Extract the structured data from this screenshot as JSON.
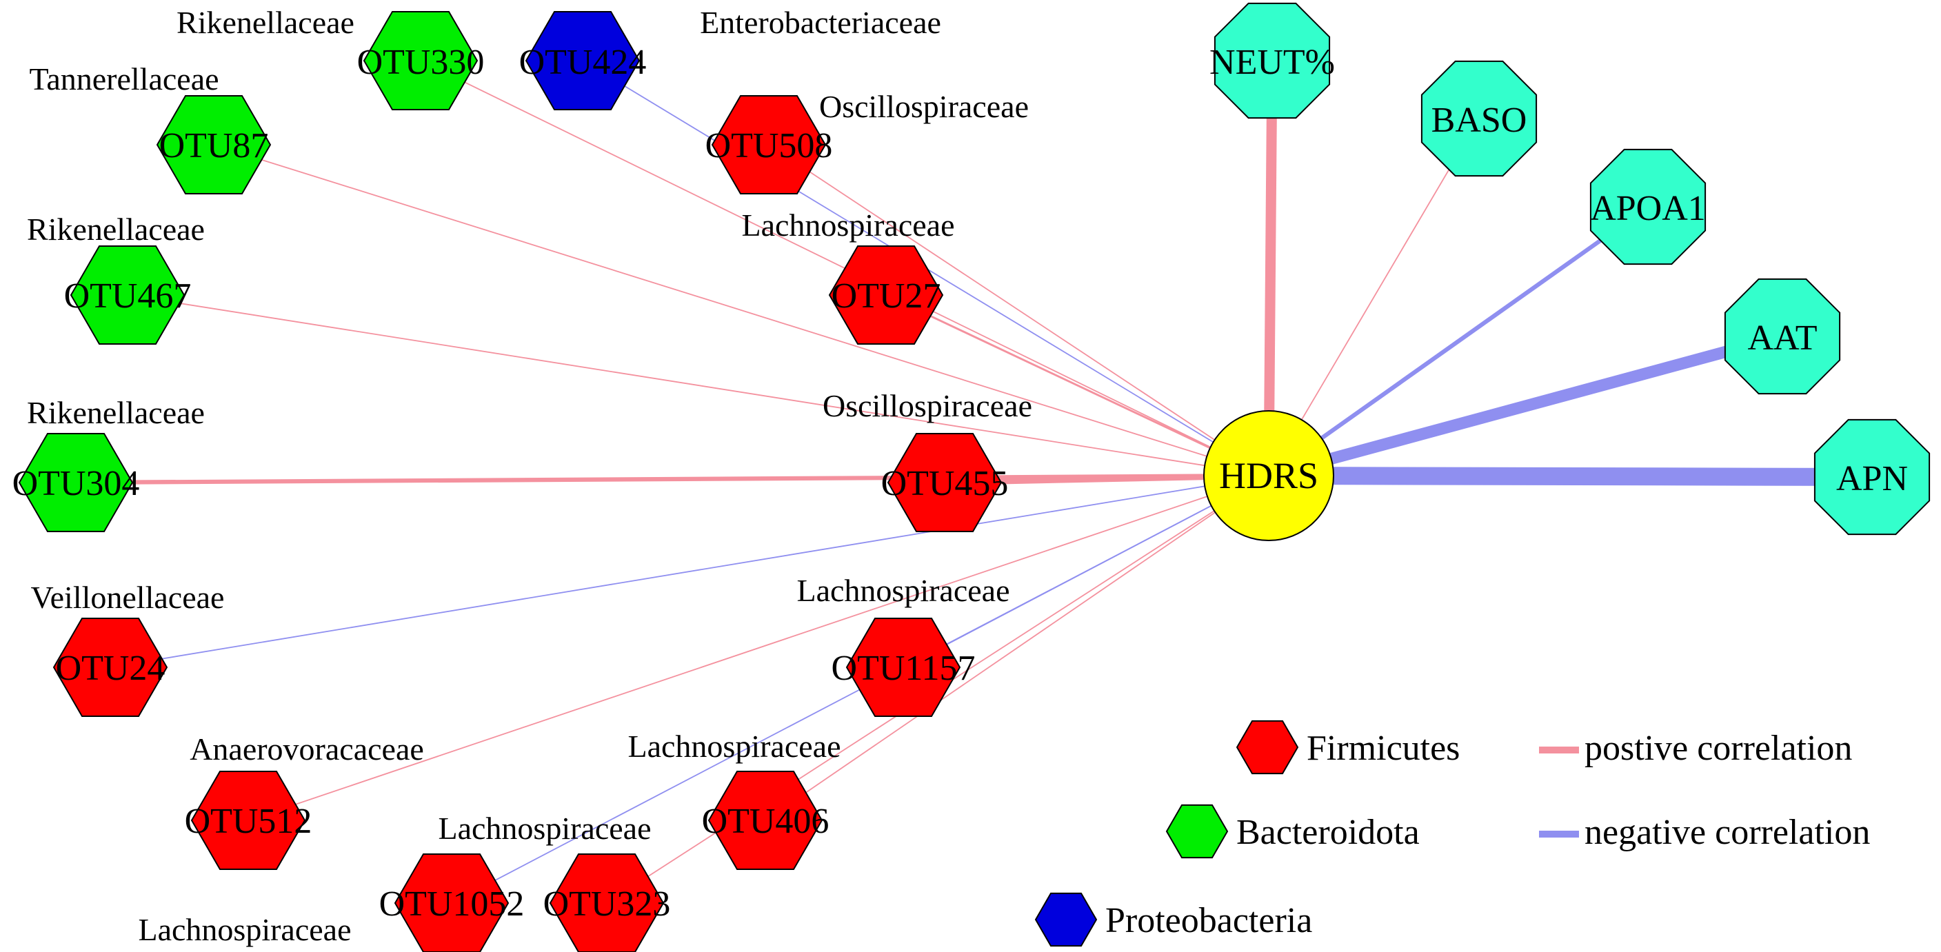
{
  "colors": {
    "Firmicutes": "#ff0000",
    "Bacteroidota": "#00ee00",
    "Proteobacteria": "#0000dd",
    "clinical": "#33ffcc",
    "hub": "#ffff00",
    "positive": "#f4919e",
    "negative": "#8f8ff0"
  },
  "hub": {
    "id": "HDRS",
    "label": "HDRS"
  },
  "nodes": [
    {
      "id": "OTU330",
      "label": "OTU330",
      "family": "Rikenellaceae",
      "phylum": "Bacteroidota"
    },
    {
      "id": "OTU424",
      "label": "OTU424",
      "family": "Enterobacteriaceae",
      "phylum": "Proteobacteria"
    },
    {
      "id": "OTU87",
      "label": "OTU87",
      "family": "Tannerellaceae",
      "phylum": "Bacteroidota"
    },
    {
      "id": "OTU508",
      "label": "OTU508",
      "family": "Oscillospiraceae",
      "phylum": "Firmicutes"
    },
    {
      "id": "OTU467",
      "label": "OTU467",
      "family": "Rikenellaceae",
      "phylum": "Bacteroidota"
    },
    {
      "id": "OTU27",
      "label": "OTU27",
      "family": "Lachnospiraceae",
      "phylum": "Firmicutes"
    },
    {
      "id": "OTU304",
      "label": "OTU304",
      "family": "Rikenellaceae",
      "phylum": "Bacteroidota"
    },
    {
      "id": "OTU455",
      "label": "OTU455",
      "family": "Oscillospiraceae",
      "phylum": "Firmicutes"
    },
    {
      "id": "OTU24",
      "label": "OTU24",
      "family": "Veillonellaceae",
      "phylum": "Firmicutes"
    },
    {
      "id": "OTU1157",
      "label": "OTU1157",
      "family": "Lachnospiraceae",
      "phylum": "Firmicutes"
    },
    {
      "id": "OTU512",
      "label": "OTU512",
      "family": "Anaerovoracaceae",
      "phylum": "Firmicutes"
    },
    {
      "id": "OTU406",
      "label": "OTU406",
      "family": "Lachnospiraceae",
      "phylum": "Firmicutes"
    },
    {
      "id": "OTU1052",
      "label": "OTU1052",
      "family": "Lachnospiraceae",
      "phylum": "Firmicutes"
    },
    {
      "id": "OTU323",
      "label": "OTU323",
      "family": "Lachnospiraceae",
      "phylum": "Firmicutes"
    },
    {
      "id": "NEUT",
      "label": "NEUT%",
      "family": "",
      "phylum": "clinical"
    },
    {
      "id": "BASO",
      "label": "BASO",
      "family": "",
      "phylum": "clinical"
    },
    {
      "id": "APOA1",
      "label": "APOA1",
      "family": "",
      "phylum": "clinical"
    },
    {
      "id": "AAT",
      "label": "AAT",
      "family": "",
      "phylum": "clinical"
    },
    {
      "id": "APN",
      "label": "APN",
      "family": "",
      "phylum": "clinical"
    }
  ],
  "edges": [
    {
      "target": "OTU330",
      "sign": "positive",
      "weight": 1
    },
    {
      "target": "OTU424",
      "sign": "negative",
      "weight": 1
    },
    {
      "target": "OTU87",
      "sign": "positive",
      "weight": 1
    },
    {
      "target": "OTU508",
      "sign": "positive",
      "weight": 1
    },
    {
      "target": "OTU467",
      "sign": "positive",
      "weight": 1
    },
    {
      "target": "OTU27",
      "sign": "positive",
      "weight": 1.5
    },
    {
      "target": "OTU304",
      "sign": "positive",
      "weight": 3
    },
    {
      "target": "OTU455",
      "sign": "positive",
      "weight": 4
    },
    {
      "target": "OTU24",
      "sign": "negative",
      "weight": 1
    },
    {
      "target": "OTU1157",
      "sign": "negative",
      "weight": 1
    },
    {
      "target": "OTU512",
      "sign": "positive",
      "weight": 1
    },
    {
      "target": "OTU406",
      "sign": "positive",
      "weight": 1
    },
    {
      "target": "OTU1052",
      "sign": "negative",
      "weight": 1
    },
    {
      "target": "OTU323",
      "sign": "positive",
      "weight": 1
    },
    {
      "target": "NEUT",
      "sign": "positive",
      "weight": 7
    },
    {
      "target": "BASO",
      "sign": "positive",
      "weight": 1
    },
    {
      "target": "APOA1",
      "sign": "negative",
      "weight": 3
    },
    {
      "target": "AAT",
      "sign": "negative",
      "weight": 8
    },
    {
      "target": "APN",
      "sign": "negative",
      "weight": 12
    }
  ],
  "legend": {
    "phyla": [
      {
        "label": "Firmicutes",
        "phylum": "Firmicutes"
      },
      {
        "label": "Bacteroidota",
        "phylum": "Bacteroidota"
      },
      {
        "label": "Proteobacteria",
        "phylum": "Proteobacteria"
      }
    ],
    "correlations": [
      {
        "label": "postive correlation",
        "sign": "positive"
      },
      {
        "label": "negative correlation",
        "sign": "negative"
      }
    ]
  }
}
